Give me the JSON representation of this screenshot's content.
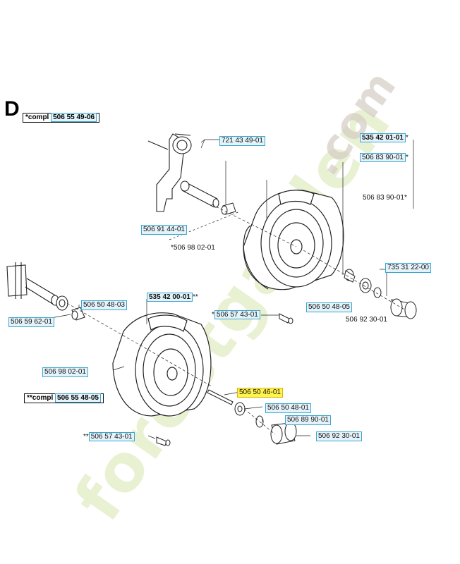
{
  "section_letter": "D",
  "watermark": {
    "brand": "forestgarden",
    "domain": ".com"
  },
  "colors": {
    "label_box": "#e4f3fa",
    "label_border": "#3aa6d0",
    "highlight": "#fff34d",
    "watermark": "#d8e6b0"
  },
  "kits": {
    "upper": {
      "prefix": "*compl ",
      "part": "506 55 49-06"
    },
    "lower": {
      "prefix": "**compl ",
      "part": "506 55 48-05"
    }
  },
  "callouts": {
    "c721": "721 43 49-01",
    "c535a": "535 42 01-01",
    "c535a_mark": "*",
    "c50683a": "506 83 90-01",
    "c50683a_mark": "*",
    "c50683b": "506 83 90-01*",
    "c50691": "506 91 44-01",
    "c50698a": "*506 98 02-01",
    "c73531": "735 31 22-00",
    "c5065048a": "506 50 48-03",
    "c535b": "535 42 00-01",
    "c535b_mark": "**",
    "c50657a_mark": "*",
    "c50657a": "506 57 43-01",
    "c5065048b": "506 50 48-05",
    "c50692a": "506 92 30-01",
    "c50659": "506 59 62-01",
    "c50698b": "506 98 02-01",
    "c506504601": "506 50 46-01",
    "c5065048c": "506 50 48-01",
    "c50689": "506 89 90-01",
    "c50657b_mark": "**",
    "c50657b": "506 57 43-01",
    "c50692b": "506 92 30-01"
  }
}
